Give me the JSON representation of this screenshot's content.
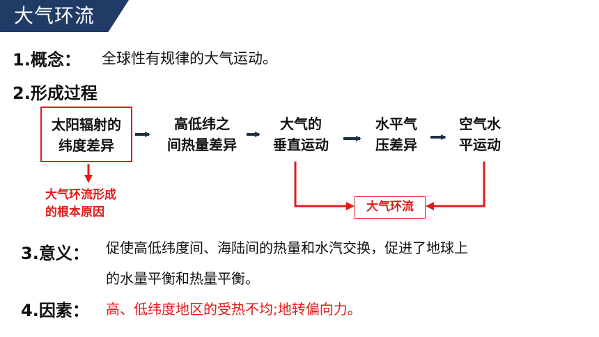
{
  "title": "大气环流",
  "section1": {
    "label": "1.概念：",
    "text": "全球性有规律的大气运动。"
  },
  "section2": {
    "label": "2.形成过程"
  },
  "flow": {
    "source": [
      "太阳辐射的",
      "纬度差异"
    ],
    "steps": [
      [
        "高低纬之",
        "间热量差异"
      ],
      [
        "大气的",
        "垂直运动"
      ],
      [
        "水平气",
        "压差异"
      ],
      [
        "空气水",
        "平运动"
      ]
    ],
    "root_cause": [
      "大气环流形成",
      "的根本原因"
    ],
    "result": "大气环流"
  },
  "section3": {
    "label": "3.意义：",
    "lines": [
      "促使高低纬度间、海陆间的热量和水汽交换，促进了地球上",
      "的水量平衡和热量平衡。"
    ]
  },
  "section4": {
    "label": "4.因素：",
    "text": "高、低纬度地区的受热不均;地转偏向力。"
  },
  "colors": {
    "banner": "#1f3b66",
    "accent_red": "#e21a1a",
    "arrow_dark": "#1f2f4a"
  }
}
